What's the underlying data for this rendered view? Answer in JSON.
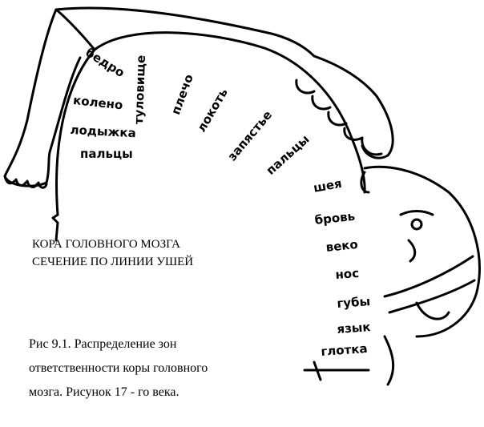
{
  "body_parts": {
    "bedro": "бедро",
    "koleno": "колено",
    "lodyzhka": "лодыжка",
    "paltsy_foot": "пальцы",
    "tulovishche": "туловище",
    "plecho": "плечо",
    "lokot": "локоть",
    "zapyastye": "запястье",
    "paltsy_hand": "пальцы",
    "sheya": "шея",
    "brov": "бровь",
    "veko": "веко",
    "nos": "нос",
    "guby": "губы",
    "yazyk": "язык",
    "glotka": "глотка"
  },
  "title": {
    "line1": "КОРА  ГОЛОВНОГО МОЗГА",
    "line2": "СЕЧЕНИЕ ПО ЛИНИИ  УШЕЙ"
  },
  "caption": {
    "line1": "Рис 9.1. Распределение зон",
    "line2": " ответственности коры головного",
    "line3": " мозга. Рисунок 17 - го века."
  }
}
